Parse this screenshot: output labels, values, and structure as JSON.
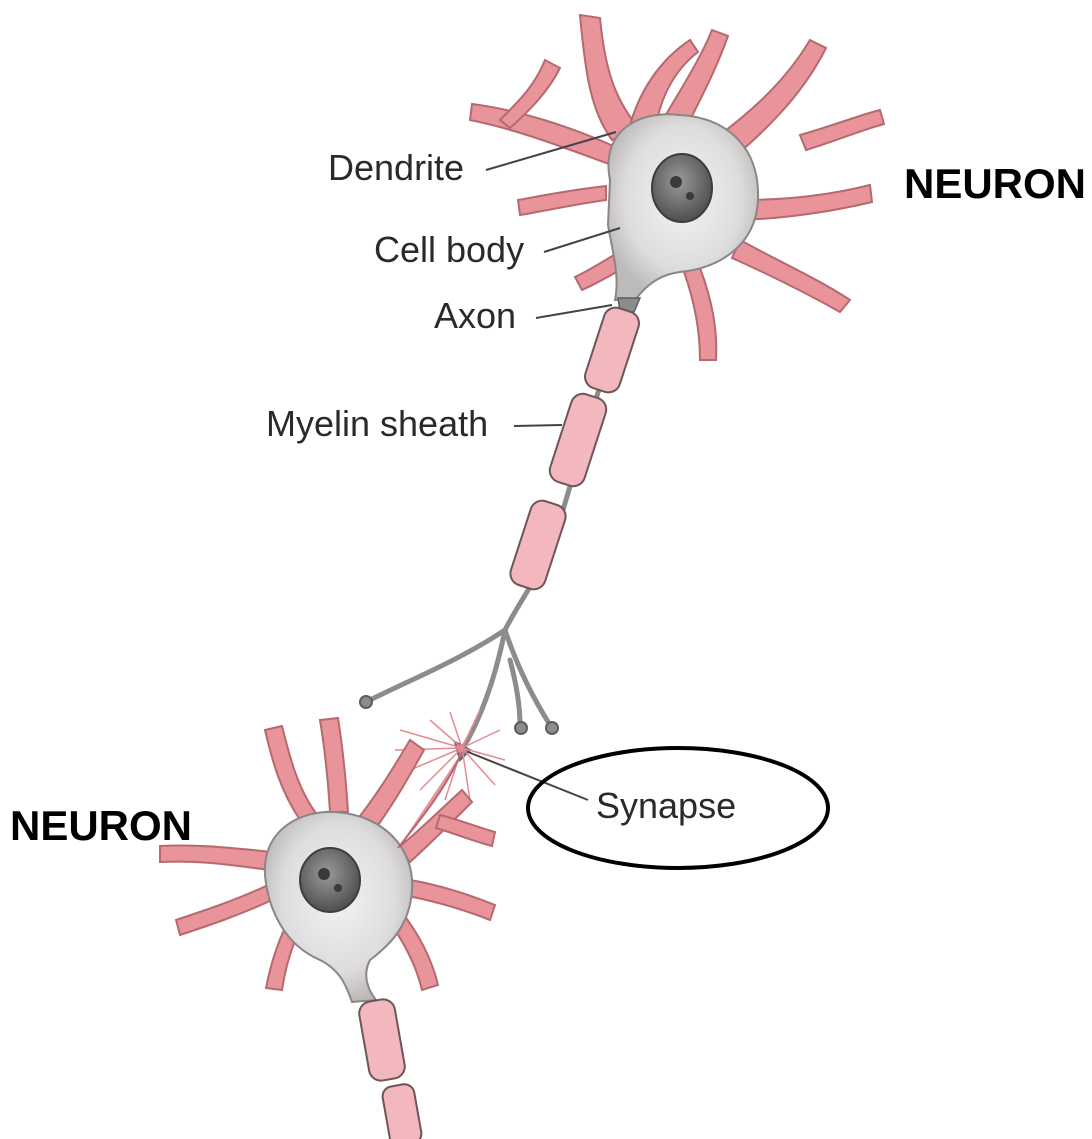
{
  "labels": {
    "dendrite": "Dendrite",
    "cell_body": "Cell body",
    "axon": "Axon",
    "myelin_sheath": "Myelin sheath",
    "synapse": "Synapse"
  },
  "titles": {
    "neuron_top": "NEURON",
    "neuron_bottom": "NEURON"
  },
  "colors": {
    "dendrite_pink": "#e8949a",
    "dendrite_pink_light": "#f6c9cc",
    "myelin_pink": "#f2b8bd",
    "cell_body_gray": "#dedcdc",
    "nucleus_gray": "#6f6f6f",
    "axon_gray": "#8c8c8c",
    "outline": "#555555",
    "synapse_red": "#e58a93"
  }
}
